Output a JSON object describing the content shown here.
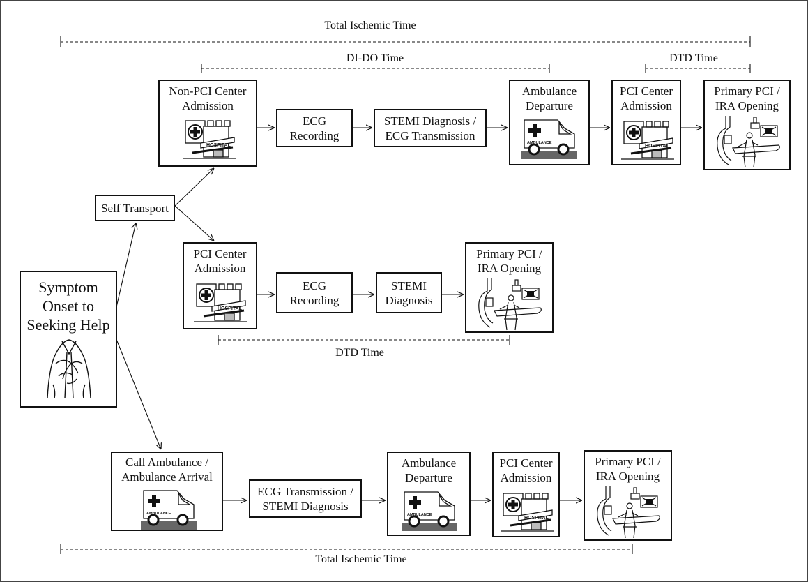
{
  "timelines": {
    "top_total": "Total Ischemic Time",
    "di_do": "DI-DO Time",
    "dtd_top": "DTD Time",
    "dtd_mid": "DTD Time",
    "bottom_total": "Total Ischemic Time"
  },
  "symptom": "Symptom\nOnset to\nSeeking Help",
  "self_transport": "Self Transport",
  "row1": {
    "non_pci_admission": "Non-PCI Center\nAdmission",
    "ecg_recording": "ECG\nRecording",
    "stemi_transmission": "STEMI Diagnosis /\nECG Transmission",
    "ambulance_departure": "Ambulance\nDeparture",
    "pci_admission": "PCI Center\nAdmission",
    "primary_pci": "Primary PCI /\nIRA Opening"
  },
  "row2": {
    "pci_admission": "PCI Center\nAdmission",
    "ecg_recording": "ECG\nRecording",
    "stemi_diagnosis": "STEMI\nDiagnosis",
    "primary_pci": "Primary PCI /\nIRA Opening"
  },
  "row3": {
    "call_ambulance": "Call Ambulance /\nAmbulance Arrival",
    "ecg_transmission": "ECG Transmission /\nSTEMI Diagnosis",
    "ambulance_departure": "Ambulance\nDeparture",
    "pci_admission": "PCI Center\nAdmission",
    "primary_pci": "Primary PCI /\nIRA Opening"
  },
  "icon_text": {
    "hospital": "HOSPITAL",
    "ambulance": "AMBULANCE"
  },
  "icons": {
    "hospital": "hospital-icon",
    "ambulance": "ambulance-icon",
    "cath_lab": "cath-lab-icon",
    "chest_pain": "chest-pain-icon"
  }
}
